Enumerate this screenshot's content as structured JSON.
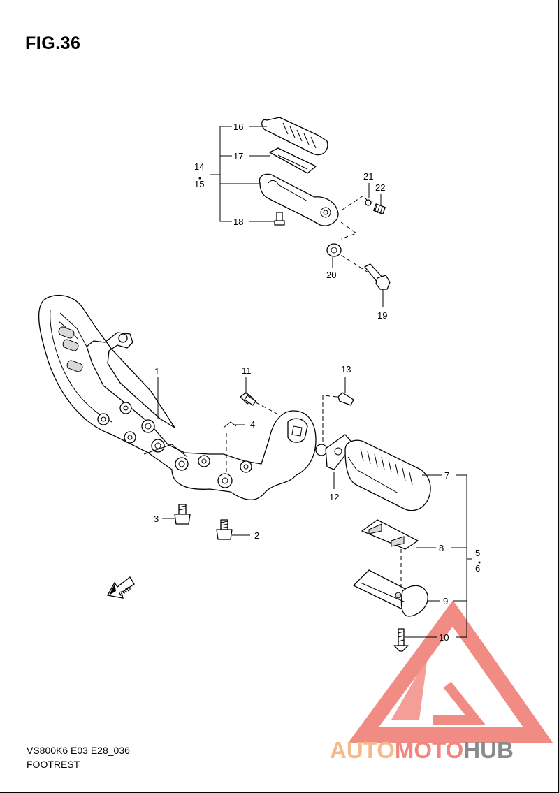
{
  "figure": {
    "title": "FIG.36",
    "code": "VS800K6 E03 E28_036",
    "name": "FOOTREST"
  },
  "callouts": {
    "c1": "1",
    "c2": "2",
    "c3": "3",
    "c4": "4",
    "c5": "5",
    "c6": "6",
    "c7": "7",
    "c8": "8",
    "c9": "9",
    "c10": "10",
    "c11": "11",
    "c12": "12",
    "c13": "13",
    "c14": "14",
    "c15": "15",
    "c16": "16",
    "c17": "17",
    "c18": "18",
    "c19": "19",
    "c20": "20",
    "c21": "21",
    "c22": "22"
  },
  "fwd_label": "FWD",
  "watermark": {
    "part1": "AUTO",
    "part2": "MOTO",
    "part3": "HUB",
    "colors": {
      "auto": "#f5b98b",
      "moto": "#f2857d",
      "hub": "#8a8a8a",
      "triangle": "#f08078"
    }
  }
}
